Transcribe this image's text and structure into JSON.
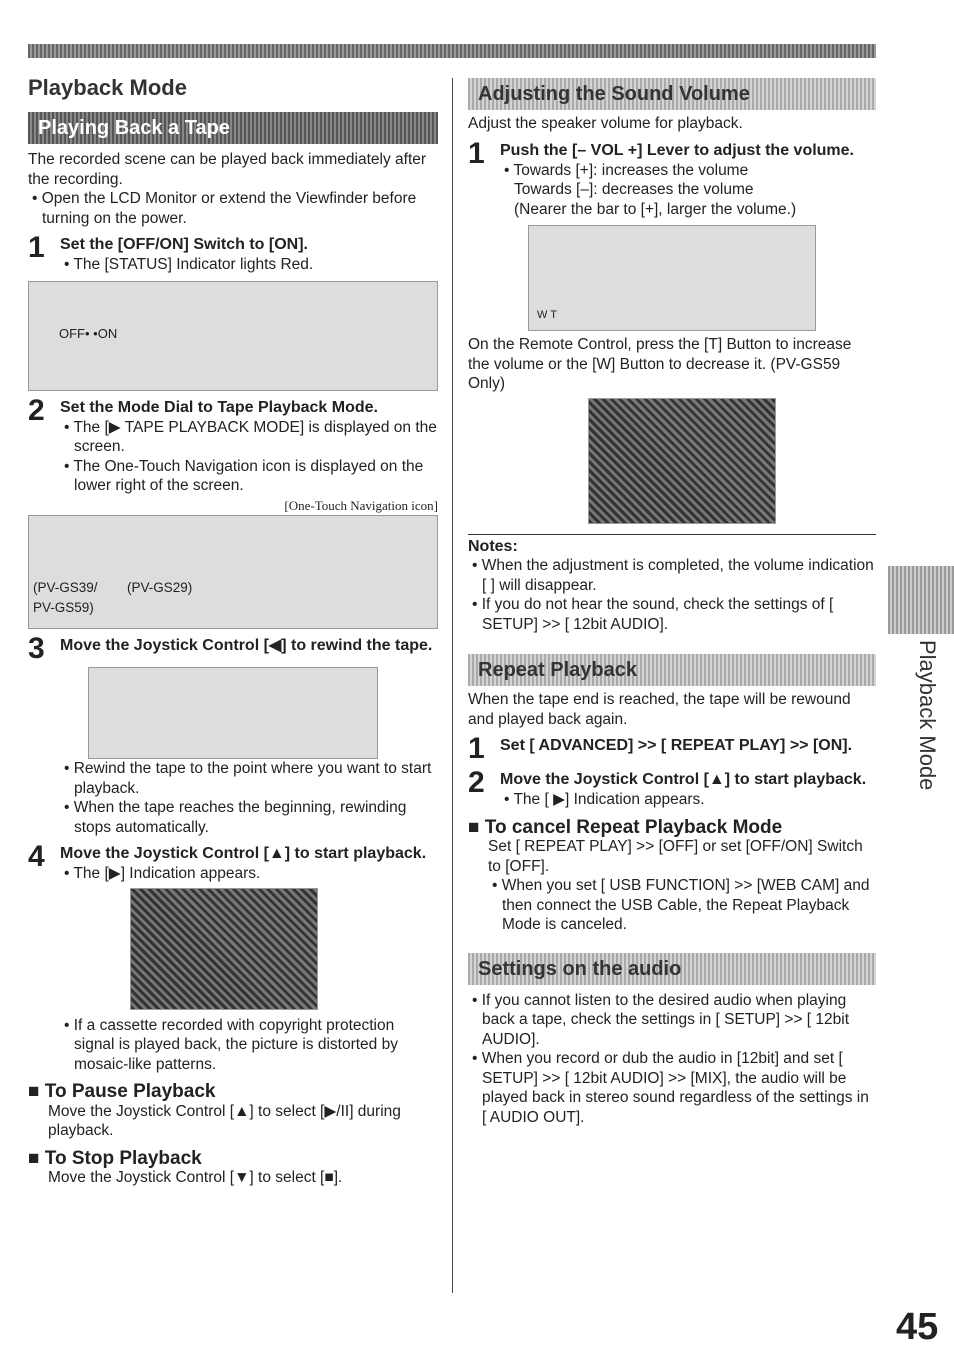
{
  "page_number": "45",
  "side_label": "Playback Mode",
  "left": {
    "section_title": "Playback Mode",
    "band": "Playing Back a Tape",
    "intro": "The recorded scene can be played back immediately after the recording.",
    "intro_bullet": "Open the LCD Monitor or extend the Viewfinder before turning on the power.",
    "steps": [
      {
        "num": "1",
        "title": "Set the [OFF/ON] Switch to [ON].",
        "bullets": [
          "The [STATUS] Indicator lights Red."
        ]
      },
      {
        "num": "2",
        "title": "Set the Mode Dial to Tape Playback Mode.",
        "bullets": [
          "The [▶ TAPE PLAYBACK MODE] is displayed on the screen.",
          "The One-Touch Navigation icon is displayed on the lower right of the screen."
        ]
      },
      {
        "num": "3",
        "title": "Move the Joystick Control [◀] to rewind the tape.",
        "bullets": [
          "Rewind the tape to the point where you want to start playback.",
          "When the tape reaches the beginning, rewinding stops automatically."
        ]
      },
      {
        "num": "4",
        "title": "Move the Joystick Control [▲] to start playback.",
        "bullets": [
          "The [▶] Indication appears."
        ]
      }
    ],
    "switch_label": "OFF• •ON",
    "nav_caption": "[One-Touch Navigation icon]",
    "model_a": "(PV-GS39/ PV-GS59)",
    "model_b": "(PV-GS29)",
    "copyright_note": "If a cassette recorded with copyright protection signal is played back, the picture is distorted by mosaic-like patterns.",
    "pause_title": "■ To Pause Playback",
    "pause_text": "Move the Joystick Control [▲] to select [▶/II] during playback.",
    "stop_title": "■ To Stop Playback",
    "stop_text": "Move the Joystick Control [▼] to select [■]."
  },
  "right": {
    "vol_band": "Adjusting the Sound Volume",
    "vol_intro": "Adjust the speaker volume for playback.",
    "vol_step_num": "1",
    "vol_step_title": "Push the [– VOL +] Lever to adjust the volume.",
    "vol_lines": [
      "Towards [+]: increases the volume",
      "Towards [–]: decreases the volume",
      "(Nearer the bar to [+], larger the volume.)"
    ],
    "wt_label": "W T",
    "remote_text": "On the Remote Control, press the [T] Button to increase the volume or the [W] Button to decrease it. (PV-GS59 Only)",
    "notes_title": "Notes:",
    "notes": [
      "When the adjustment is completed, the volume indication [ ] will disappear.",
      "If you do not hear the sound, check the settings of [ SETUP] >> [ 12bit AUDIO]."
    ],
    "repeat_band": "Repeat Playback",
    "repeat_intro": "When the tape end is reached, the tape will be rewound and played back again.",
    "repeat_steps": [
      {
        "num": "1",
        "title": "Set [ ADVANCED] >> [ REPEAT PLAY] >> [ON]."
      },
      {
        "num": "2",
        "title": "Move the Joystick Control [▲] to start playback.",
        "bullet": "The [ ▶] Indication appears."
      }
    ],
    "cancel_title": "■ To cancel Repeat Playback Mode",
    "cancel_text": "Set [ REPEAT PLAY] >> [OFF] or set [OFF/ON] Switch to [OFF].",
    "cancel_bullet": "When you set [ USB FUNCTION] >> [WEB CAM] and then connect the USB Cable, the Repeat Playback Mode is canceled.",
    "audio_band": "Settings on the audio",
    "audio_bullets": [
      "If you cannot listen to the desired audio when playing back a tape, check the settings in [ SETUP] >> [ 12bit AUDIO].",
      "When you record or dub the audio in [12bit] and set [ SETUP] >> [ 12bit AUDIO] >> [MIX], the audio will be played back in stereo sound regardless of the settings in [ AUDIO OUT]."
    ]
  }
}
